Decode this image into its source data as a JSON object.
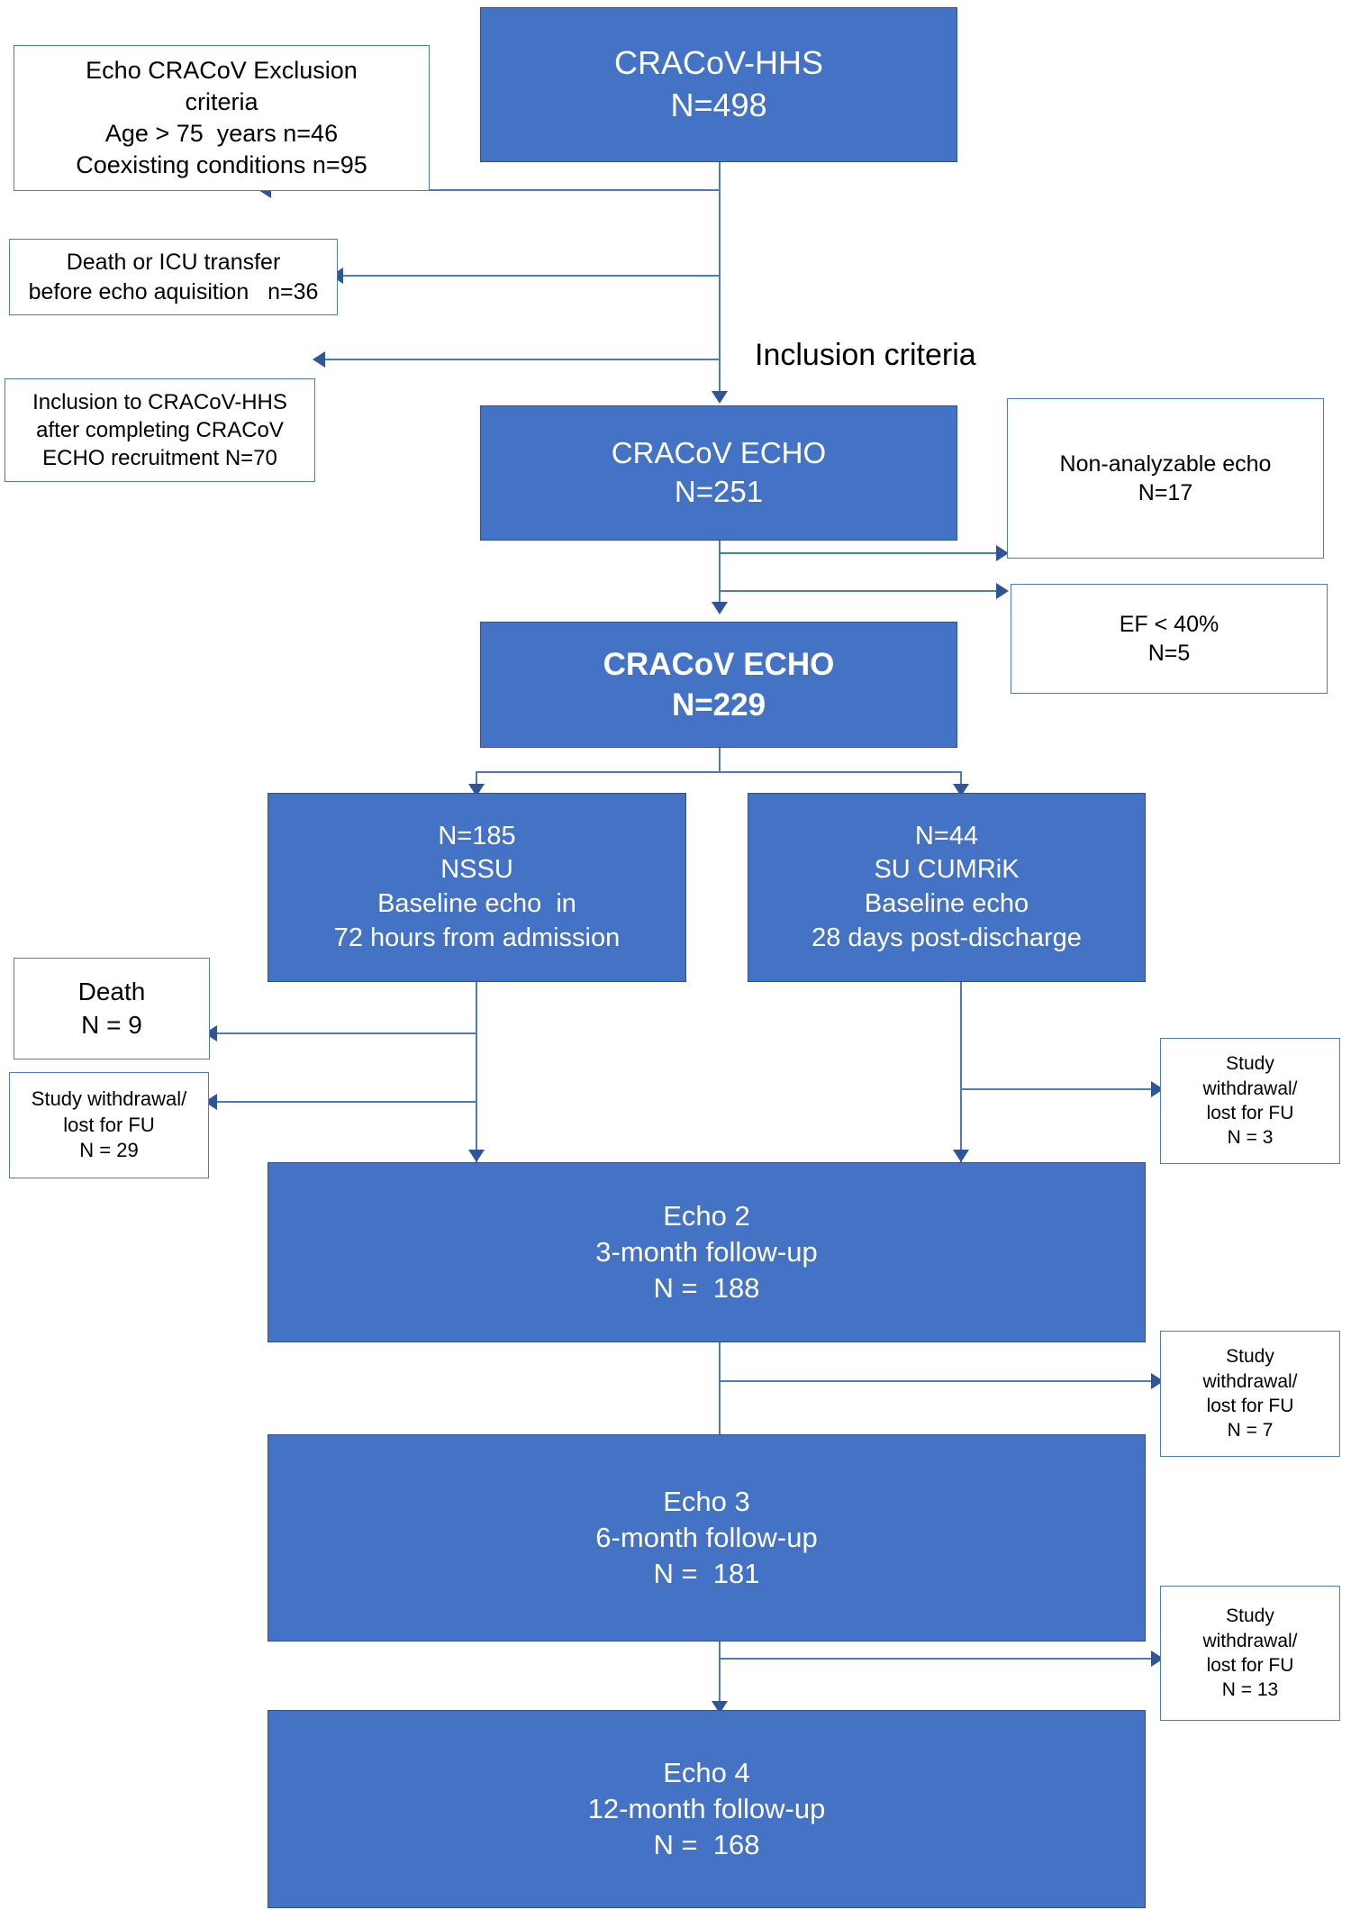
{
  "figure": {
    "type": "flowchart",
    "title": "CRACoV ECHO study participant flow diagram",
    "accent_blue": "#4472C4",
    "border_blue": "#4E7CB0",
    "arrow_blue": "#2F5597"
  },
  "labels": {
    "inclusion_criteria": "Inclusion criteria"
  },
  "nodes": {
    "cracov_hhs": {
      "line1": "CRACoV-HHS",
      "line2": "N=498"
    },
    "exclusion_criteria": {
      "line1": "Echo CRACoV Exclusion",
      "line2": "criteria",
      "line3": "Age > 75  years n=46",
      "line4": "Coexisting conditions n=95"
    },
    "death_icu": {
      "line1": "Death or ICU transfer",
      "line2": "before echo aquisition   n=36"
    },
    "inclusion_after": {
      "line1": "Inclusion to CRACoV-HHS",
      "line2": "after completing CRACoV",
      "line3": "ECHO recruitment N=70"
    },
    "cracov_echo_251": {
      "line1": "CRACoV ECHO",
      "line2": "N=251"
    },
    "non_analyzable": {
      "line1": "Non-analyzable echo",
      "line2": "N=17"
    },
    "ef_under_40": {
      "line1": "EF < 40%",
      "line2": "N=5"
    },
    "cracov_echo_229": {
      "line1": "CRACoV ECHO",
      "line2": "N=229"
    },
    "nssu": {
      "line1": "N=185",
      "line2": "NSSU",
      "line3": "Baseline echo  in",
      "line4": "72 hours from admission"
    },
    "su_cumrik": {
      "line1": "N=44",
      "line2": "SU CUMRiK",
      "line3": "Baseline echo",
      "line4": "28 days post-discharge"
    },
    "death_9": {
      "line1": "Death",
      "line2": "N = 9"
    },
    "withdrawal_29": {
      "line1": "Study withdrawal/",
      "line2": "lost for FU",
      "line3": "N = 29"
    },
    "withdrawal_3": {
      "line1": "Study",
      "line2": "withdrawal/",
      "line3": "lost for FU",
      "line4": "N = 3"
    },
    "echo2": {
      "line1": "Echo 2",
      "line2": "3-month follow-up",
      "line3": "N =  188"
    },
    "withdrawal_7": {
      "line1": "Study",
      "line2": "withdrawal/",
      "line3": "lost for FU",
      "line4": "N = 7"
    },
    "echo3": {
      "line1": "Echo 3",
      "line2": "6-month follow-up",
      "line3": "N =  181"
    },
    "withdrawal_13": {
      "line1": "Study",
      "line2": "withdrawal/",
      "line3": "lost for FU",
      "line4": "N = 13"
    },
    "echo4": {
      "line1": "Echo 4",
      "line2": "12-month follow-up",
      "line3": "N =  168"
    }
  }
}
